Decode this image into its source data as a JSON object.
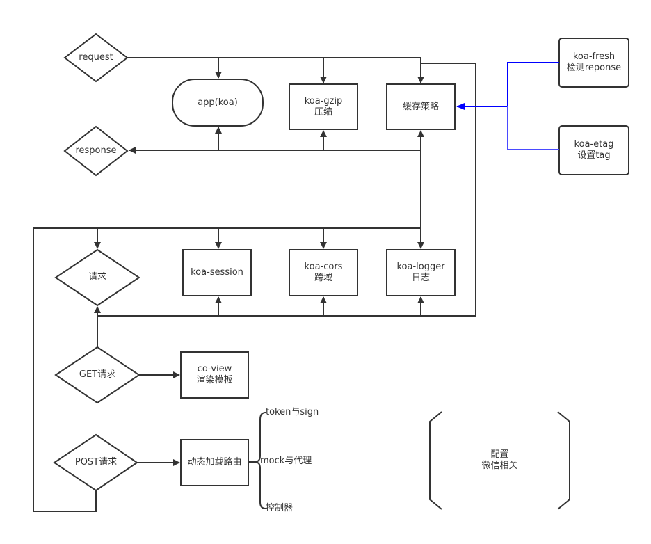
{
  "diagram": {
    "colors": {
      "stroke": "#333333",
      "accent": "#0000ff",
      "text": "#333333",
      "background": "#ffffff"
    },
    "nodes": {
      "request": {
        "label": "request",
        "shape": "diamond"
      },
      "response": {
        "label": "response",
        "shape": "diamond"
      },
      "app": {
        "label": "app(koa)",
        "shape": "terminator"
      },
      "gzip": {
        "label": "koa-gzip\n压缩",
        "shape": "process"
      },
      "cache": {
        "label": "缓存策略",
        "shape": "process"
      },
      "fresh": {
        "label": "koa-fresh\n检测reponse",
        "shape": "rounded-rect"
      },
      "etag": {
        "label": "koa-etag\n设置tag",
        "shape": "rounded-rect"
      },
      "req_decision": {
        "label": "请求",
        "shape": "diamond"
      },
      "session": {
        "label": "koa-session",
        "shape": "process"
      },
      "cors": {
        "label": "koa-cors\n跨域",
        "shape": "process"
      },
      "logger": {
        "label": "koa-logger\n日志",
        "shape": "process"
      },
      "get_req": {
        "label": "GET请求",
        "shape": "diamond"
      },
      "coview": {
        "label": "co-view\n渲染模板",
        "shape": "process"
      },
      "post_req": {
        "label": "POST请求",
        "shape": "diamond"
      },
      "dynamic_route": {
        "label": "动态加载路由",
        "shape": "process"
      },
      "config": {
        "label": "配置\n微信相关",
        "shape": "display"
      }
    },
    "brace_items": [
      "token与sign",
      "mock与代理",
      "控制器"
    ],
    "edges": [
      {
        "from": "request",
        "to": "app"
      },
      {
        "from": "request",
        "to": "gzip"
      },
      {
        "from": "request",
        "to": "cache"
      },
      {
        "from": "cache",
        "to": "session"
      },
      {
        "from": "cache",
        "to": "cors"
      },
      {
        "from": "cache",
        "to": "logger"
      },
      {
        "from": "cache",
        "to": "req_decision"
      },
      {
        "from": "req_decision",
        "to": "session"
      },
      {
        "from": "req_decision",
        "to": "cors"
      },
      {
        "from": "req_decision",
        "to": "logger"
      },
      {
        "from": "cache",
        "to": "app"
      },
      {
        "from": "cache",
        "to": "gzip"
      },
      {
        "from": "cache",
        "to": "response"
      },
      {
        "from": "fresh",
        "to": "cache",
        "color": "accent"
      },
      {
        "from": "etag",
        "to": "cache",
        "color": "accent"
      },
      {
        "from": "get_req",
        "to": "req_decision"
      },
      {
        "from": "get_req",
        "to": "coview"
      },
      {
        "from": "post_req",
        "to": "dynamic_route"
      },
      {
        "from": "post_req",
        "to": "req_decision"
      }
    ]
  }
}
